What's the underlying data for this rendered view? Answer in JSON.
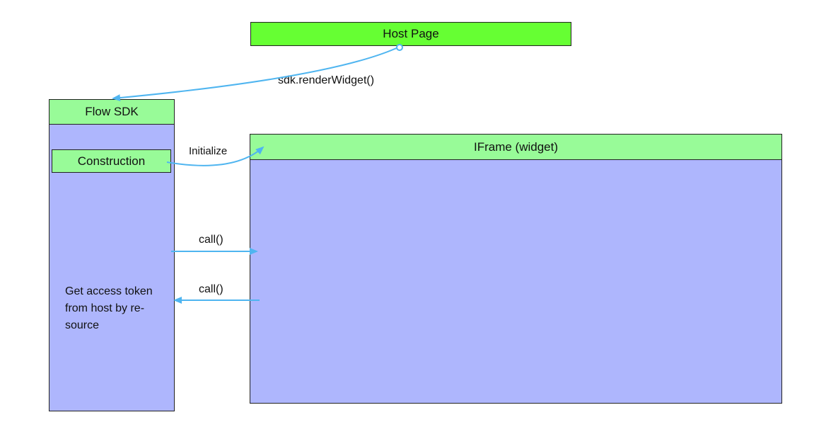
{
  "host_page": {
    "label": "Host Page"
  },
  "render_call": {
    "label": "sdk.renderWidget()"
  },
  "flow_sdk": {
    "title": "Flow SDK",
    "construction_label": "Construction",
    "token_note": "Get access token\nfrom host by re-\nsource"
  },
  "iframe": {
    "title": "IFrame (widget)"
  },
  "edges": {
    "initialize_label": "Initialize",
    "call_to_iframe_label": "call()",
    "call_to_sdk_label": "call()"
  },
  "colors": {
    "header_green": "#98fb98",
    "host_green": "#66ff33",
    "body_lavender": "#aeb6fd",
    "arrow_blue": "#4fb5f0"
  }
}
